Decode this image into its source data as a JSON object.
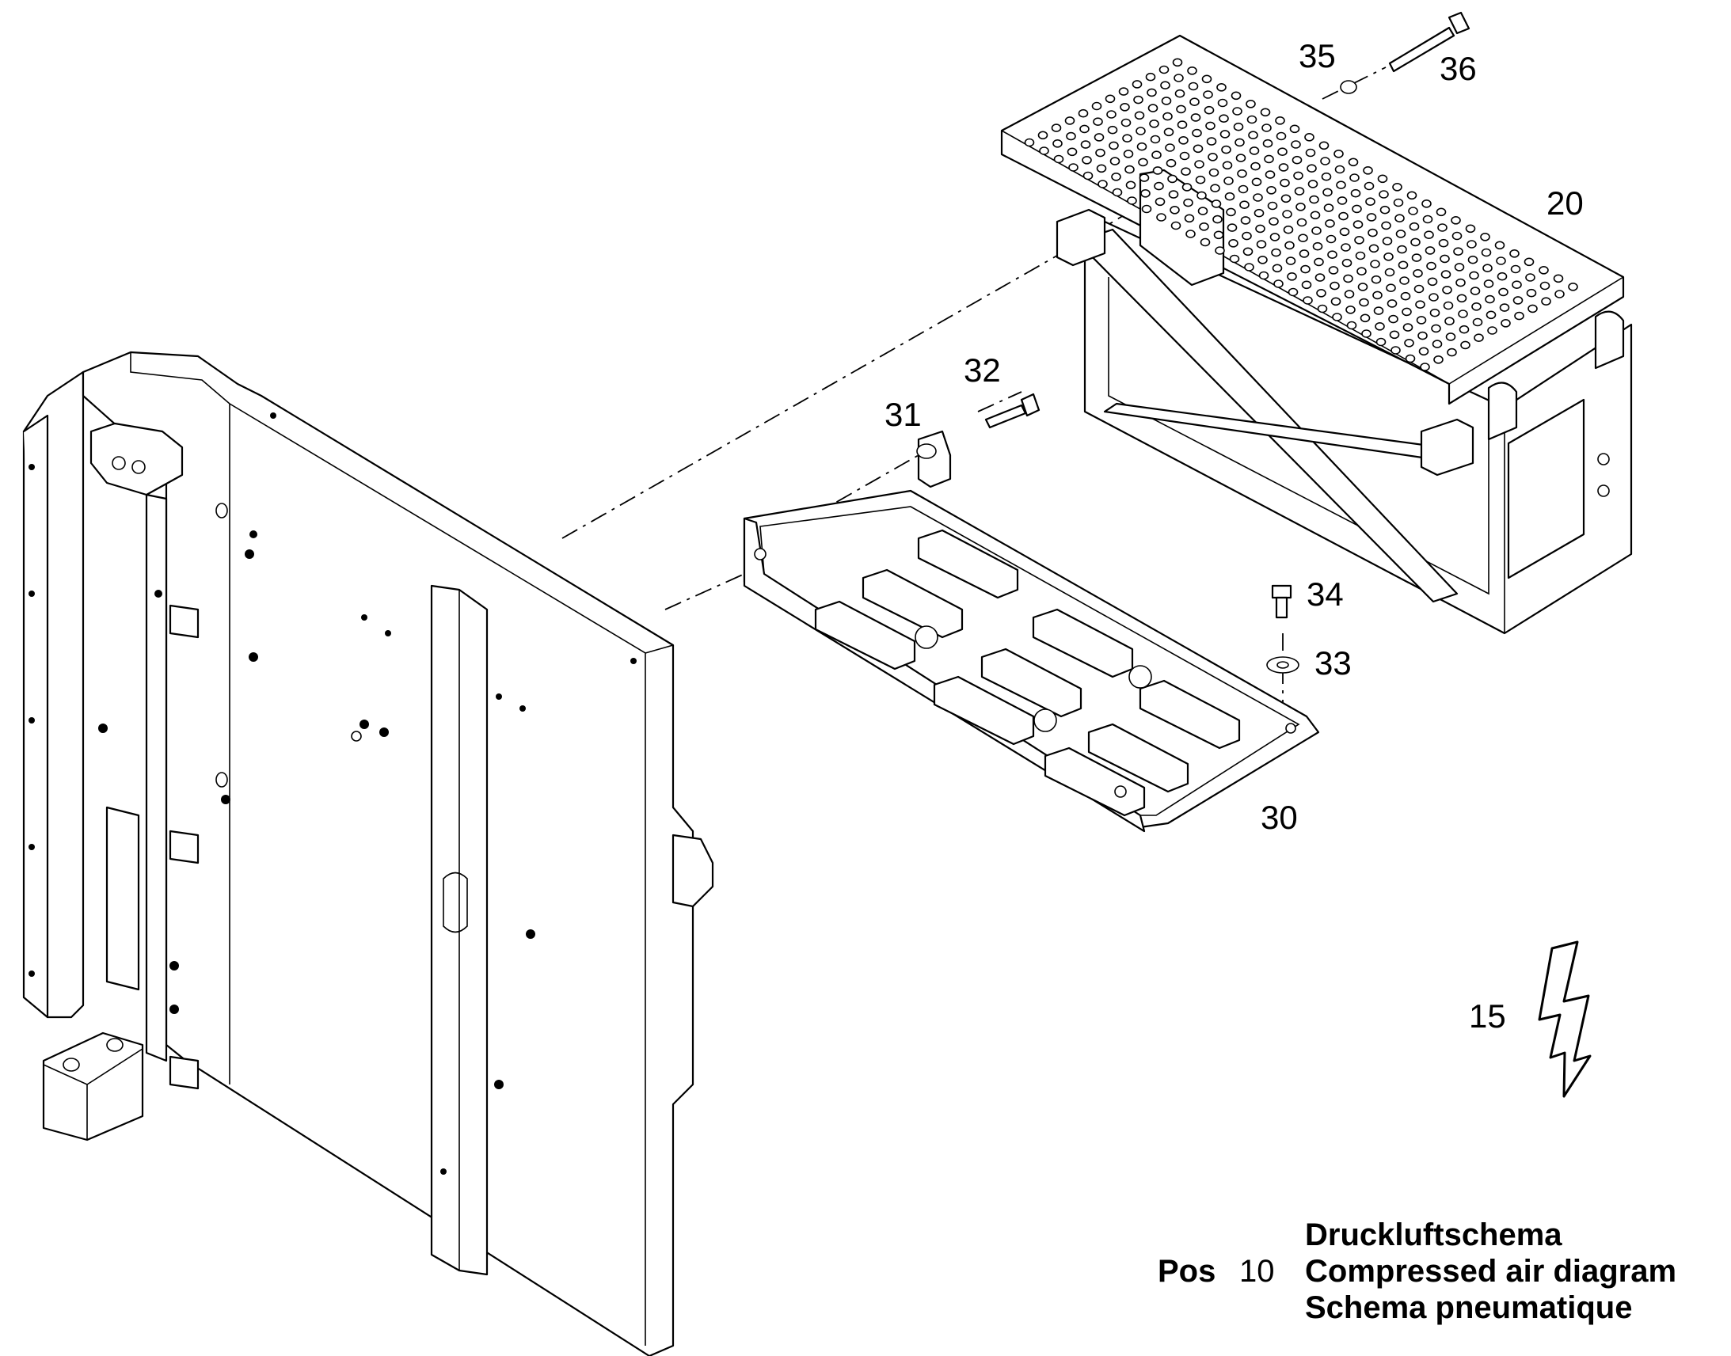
{
  "callouts": {
    "p20": "20",
    "p30": "30",
    "p31": "31",
    "p32": "32",
    "p33": "33",
    "p34": "34",
    "p35": "35",
    "p36": "36",
    "p15": "15"
  },
  "legend": {
    "pos_label": "Pos",
    "pos_number": "10",
    "line_de": "Druckluftschema",
    "line_en": "Compressed air diagram",
    "line_fr": "Schema pneumatique"
  },
  "icons": {
    "electrical_symbol": "lightning-bolt-icon"
  }
}
